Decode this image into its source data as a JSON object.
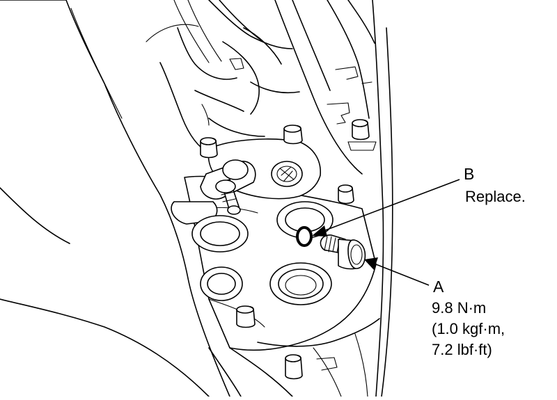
{
  "callouts": {
    "a": {
      "letter": "A",
      "lines": [
        "9.8 N·m",
        "(1.0 kgf·m,",
        "7.2 lbf·ft)"
      ]
    },
    "b": {
      "letter": "B",
      "note": "Replace."
    }
  },
  "parts": {
    "a_icon": "sealing-bolt-icon",
    "b_icon": "o-ring-icon"
  }
}
